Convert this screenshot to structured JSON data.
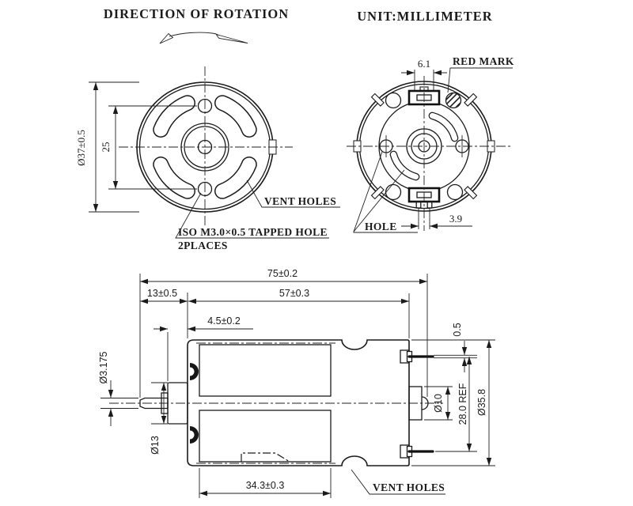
{
  "title": {
    "direction_label": "DIRECTION OF ROTATION",
    "unit_label": "UNIT:MILLIMETER"
  },
  "front_view": {
    "outer_diameter": "Ø37±0.5",
    "hole_pitch": "25",
    "vent_holes_label": "VENT HOLES",
    "tapped_hole_line1": "ISO M3.0×0.5 TAPPED HOLE",
    "tapped_hole_line2": "2PLACES"
  },
  "rear_view": {
    "terminal_width": "6.1",
    "red_mark_label": "RED MARK",
    "hole_label": "HOLE",
    "pin_pitch": "3.9"
  },
  "side_view": {
    "overall_length": "75±0.2",
    "shaft_length": "13±0.5",
    "body_length": "57±0.3",
    "boss_length": "4.5±0.2",
    "shaft_diameter": "Ø3.175",
    "front_boss_diameter": "Ø13",
    "magnet_length": "34.3±0.3",
    "terminal_thickness": "0.5",
    "rear_boss_diameter": "Ø10",
    "terminal_pitch": "28.0 REF",
    "body_diameter": "Ø35.8",
    "vent_holes_label": "VENT HOLES"
  },
  "colors": {
    "line": "#1b1b1b",
    "background": "#ffffff"
  }
}
